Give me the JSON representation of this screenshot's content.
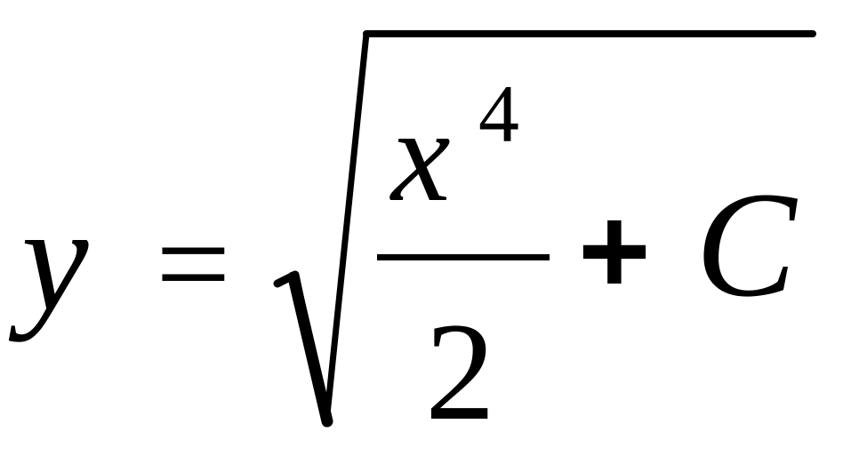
{
  "equation": {
    "lhs": "y",
    "equals": "=",
    "numerator_base": "x",
    "numerator_exponent": "4",
    "denominator": "2",
    "plus": "+",
    "constant": "C",
    "radical_symbol": "square-root-sign"
  },
  "colors": {
    "ink": "#000000",
    "background": "#ffffff"
  }
}
